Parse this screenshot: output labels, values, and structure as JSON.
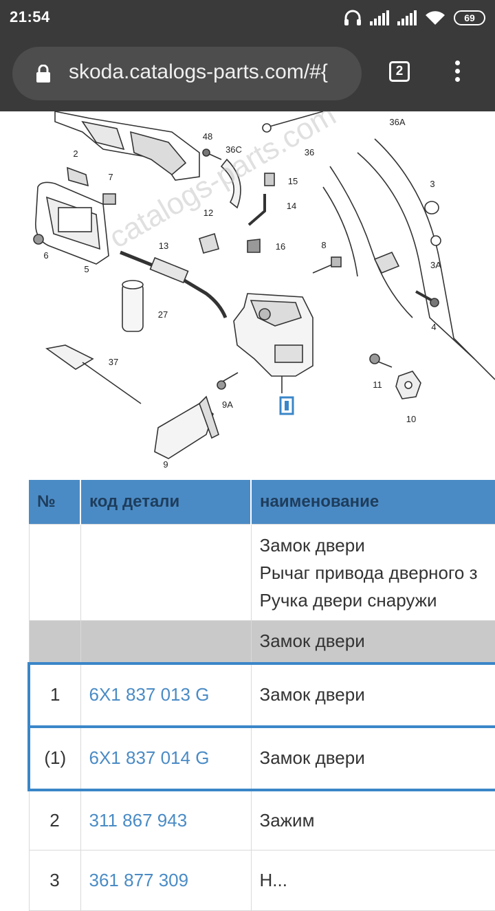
{
  "status": {
    "time": "21:54",
    "battery": "69"
  },
  "browser": {
    "url": "skoda.catalogs-parts.com/#{",
    "tab_count": "2"
  },
  "diagram": {
    "watermark": "catalogs-parts.com",
    "callouts": [
      "2",
      "7",
      "6",
      "5",
      "48",
      "36C",
      "36",
      "36A",
      "15",
      "14",
      "16",
      "12",
      "13",
      "8",
      "3",
      "3A",
      "4",
      "27",
      "37",
      "11",
      "10",
      "9A",
      "9",
      "1"
    ]
  },
  "table": {
    "headers": [
      "№",
      "код детали",
      "наименование"
    ],
    "rows": [
      {
        "num": "",
        "code": "",
        "name": "Замок двери\nРычаг привода дверного з\nРучка двери снаружи"
      },
      {
        "num": "",
        "code": "",
        "name": "Замок двери"
      },
      {
        "num": "1",
        "code": "6X1 837 013 G",
        "name": "Замок двери"
      },
      {
        "num": "(1)",
        "code": "6X1 837 014 G",
        "name": "Замок двери"
      },
      {
        "num": "2",
        "code": "311 867 943",
        "name": "Зажим"
      },
      {
        "num": "3",
        "code": "361 877 309",
        "name": "Н..."
      }
    ]
  }
}
